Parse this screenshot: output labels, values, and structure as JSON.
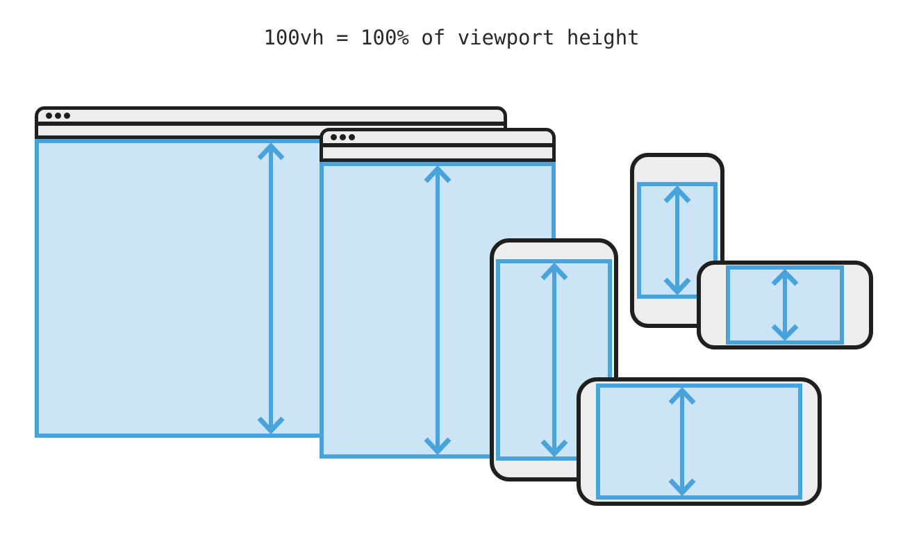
{
  "title": "100vh = 100% of viewport height",
  "colors": {
    "background": "#ffffff",
    "outline": "#1f1f1d",
    "chrome_gray": "#ECEDEF",
    "viewport_fill": "#CBE5F6",
    "viewport_stroke": "#48A2DB",
    "title_color": "#28282a"
  },
  "icons": {
    "window_controls": "three-dots",
    "viewport_arrow": "double-headed-vertical-arrow"
  },
  "devices": [
    {
      "name": "large-browser-window",
      "kind": "desktop browser window",
      "orientation": "landscape"
    },
    {
      "name": "small-browser-window",
      "kind": "desktop browser window",
      "orientation": "landscape"
    },
    {
      "name": "tablet-portrait",
      "kind": "tablet",
      "orientation": "portrait"
    },
    {
      "name": "phone-portrait",
      "kind": "phone",
      "orientation": "portrait"
    },
    {
      "name": "phone-landscape",
      "kind": "phone",
      "orientation": "landscape"
    },
    {
      "name": "tablet-landscape",
      "kind": "tablet",
      "orientation": "landscape"
    }
  ]
}
